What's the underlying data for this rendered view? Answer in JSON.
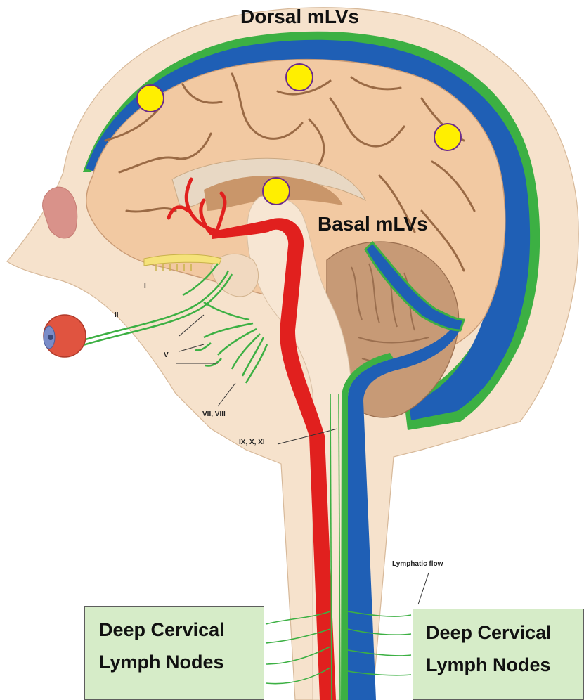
{
  "labels": {
    "dorsal": "Dorsal mLVs",
    "basal": "Basal mLVs",
    "nerve_I": "I",
    "nerve_II": "II",
    "nerve_V": "V",
    "nerve_VII_VIII": "VII, VIII",
    "nerve_IX_X_XI": "IX, X, XI",
    "lymphatic_flow": "Lymphatic flow"
  },
  "nodes": {
    "left": {
      "line1": "Deep Cervical",
      "line2": "Lymph Nodes"
    },
    "right": {
      "line1": "Deep Cervical",
      "line2": "Lymph Nodes"
    }
  },
  "colors": {
    "skin": "#f6e2cc",
    "brain": "#f2c9a2",
    "sulcus": "#9a6a45",
    "lymphatic_green": "#3cb043",
    "vein_blue": "#1f5fb5",
    "artery_red": "#e1201e",
    "marker_yellow": "#ffef00",
    "marker_outline": "#6b2b8c",
    "node_fill": "#d6ecc8"
  }
}
